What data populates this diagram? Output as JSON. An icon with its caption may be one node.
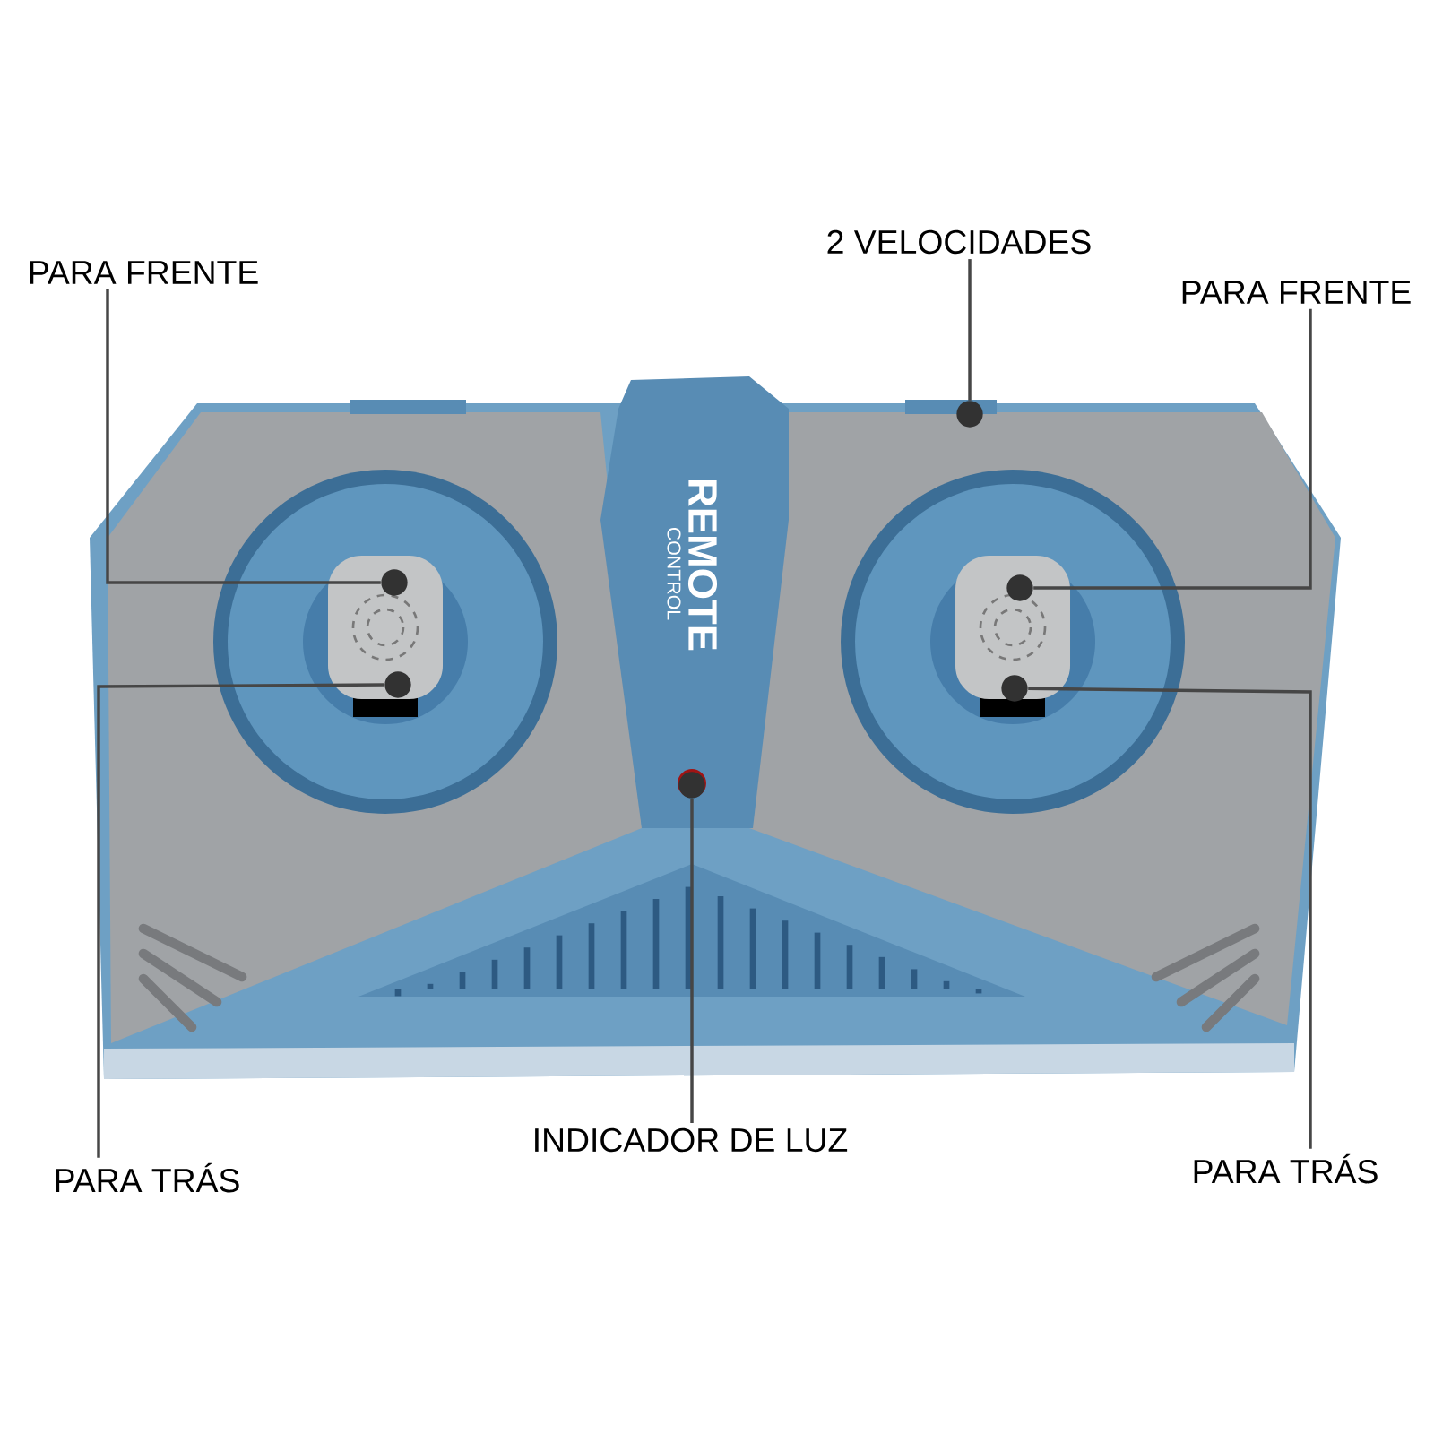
{
  "diagram": {
    "nodes": [
      {
        "text": [
          "PARA FRENTE"
        ]
      },
      {
        "text": [
          "2 VELOCIDADES"
        ]
      },
      {
        "text": [
          "PARA FRENTE"
        ]
      },
      {
        "text": [
          "INDICADOR DE LUZ"
        ]
      },
      {
        "text": [
          "PARA TRÁS"
        ]
      },
      {
        "text": [
          "PARA TRÁS"
        ]
      },
      {
        "text": [],
        "shape": "circle"
      },
      {
        "text": [],
        "shape": "circle"
      },
      {
        "text": [],
        "shape": "circle"
      },
      {
        "text": [],
        "shape": "circle"
      },
      {
        "text": [],
        "shape": "circle"
      },
      {
        "text": [],
        "shape": "circle"
      }
    ],
    "edges": [
      {
        "from": 0,
        "to": 6,
        "arrow": "none"
      },
      {
        "from": 1,
        "to": 8,
        "arrow": "none"
      },
      {
        "from": 2,
        "to": 9,
        "arrow": "none"
      },
      {
        "from": 3,
        "to": 11,
        "arrow": "none"
      },
      {
        "from": 4,
        "to": 7,
        "arrow": "none"
      },
      {
        "from": 5,
        "to": 10,
        "arrow": "none"
      }
    ],
    "labels": [
      "REMOTE",
      "CONTROL"
    ]
  }
}
